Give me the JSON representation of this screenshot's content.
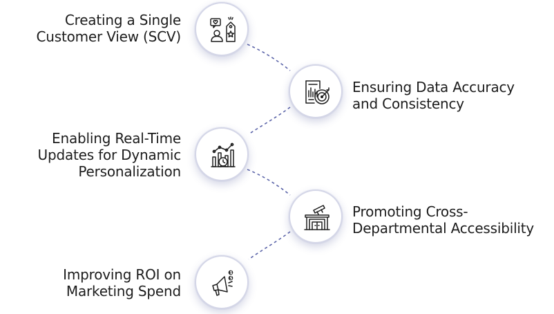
{
  "steps": [
    {
      "id": "scv",
      "icon": "customer-profile-tag-icon",
      "lines": [
        "Creating a Single",
        "Customer View (SCV)"
      ]
    },
    {
      "id": "accuracy",
      "icon": "report-target-icon",
      "lines": [
        "Ensuring Data Accuracy",
        "and Consistency"
      ]
    },
    {
      "id": "realtime",
      "icon": "realtime-chart-icon",
      "lines": [
        "Enabling Real-Time",
        "Updates for Dynamic",
        "Personalization"
      ]
    },
    {
      "id": "access",
      "icon": "building-telescope-icon",
      "lines": [
        "Promoting Cross-",
        "Departmental Accessibility"
      ]
    },
    {
      "id": "roi",
      "icon": "megaphone-dollar-icon",
      "lines": [
        "Improving ROI on",
        "Marketing Spend"
      ]
    }
  ],
  "colors": {
    "ring": "#525ca0",
    "connector": "#5a63a8",
    "text": "#1c1c1c"
  }
}
